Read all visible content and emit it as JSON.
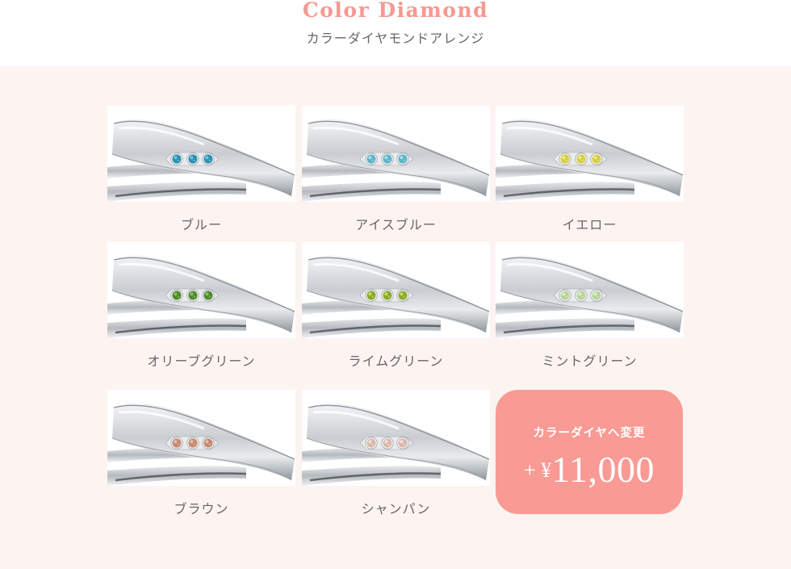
{
  "header": {
    "title_en": "Color Diamond",
    "title_ja": "カラーダイヤモンドアレンジ"
  },
  "colors": {
    "accent": "#f79891",
    "panel_bg": "#fdf4f2",
    "card_bg": "#f99a94",
    "label_text": "#666666"
  },
  "options": [
    {
      "label": "ブルー",
      "stone_color": "#2f8fb0",
      "stone_highlight": "#7fd0e6"
    },
    {
      "label": "アイスブルー",
      "stone_color": "#5fb2c8",
      "stone_highlight": "#b7e6f0"
    },
    {
      "label": "イエロー",
      "stone_color": "#d8cc3e",
      "stone_highlight": "#f3ee9a"
    },
    {
      "label": "オリーブグリーン",
      "stone_color": "#4f8a2f",
      "stone_highlight": "#9cc97a"
    },
    {
      "label": "ライムグリーン",
      "stone_color": "#8aaa2e",
      "stone_highlight": "#cfe07a"
    },
    {
      "label": "ミントグリーン",
      "stone_color": "#b7d39b",
      "stone_highlight": "#e6f2d8"
    },
    {
      "label": "ブラウン",
      "stone_color": "#c48a70",
      "stone_highlight": "#ecc6b4"
    },
    {
      "label": "シャンパン",
      "stone_color": "#d9b9ac",
      "stone_highlight": "#f4e6df"
    }
  ],
  "price_card": {
    "caption": "カラーダイヤへ変更",
    "prefix": "+ ¥",
    "amount": "11,000"
  }
}
